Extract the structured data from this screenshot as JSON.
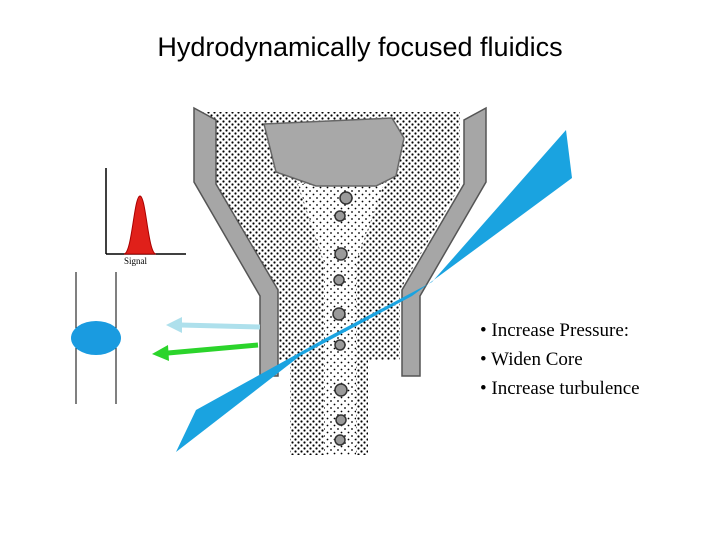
{
  "title": "Hydrodynamically focused fluidics",
  "signal_label": "Signal",
  "bullets": [
    "• Increase Pressure:",
    "• Widen Core",
    "• Increase turbulence"
  ],
  "colors": {
    "laser": "#1aa3e0",
    "nozzle": "#a6a6a6",
    "cell": "#1a9be0",
    "signal_peak": "#e0201a",
    "scatter_light": "#aee0ec",
    "fluorescence": "#2bd42b"
  }
}
